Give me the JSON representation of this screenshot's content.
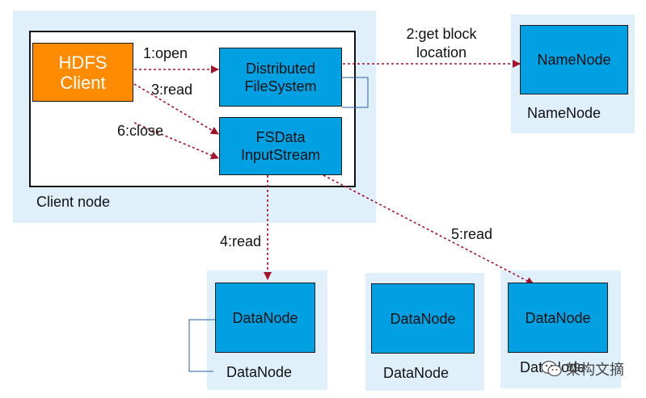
{
  "client_node": {
    "zone_label": "Client node",
    "hdfs_client": "HDFS\nClient",
    "distributed_fs": "Distributed\nFileSystem",
    "fsdata_stream": "FSData\nInputStream"
  },
  "namenode": {
    "box_label": "NameNode",
    "zone_label": "NameNode"
  },
  "datanodes": [
    {
      "box_label": "DataNode",
      "zone_label": "DataNode"
    },
    {
      "box_label": "DataNode",
      "zone_label": "DataNode"
    },
    {
      "box_label": "DataNode",
      "zone_label": "DataNode"
    }
  ],
  "steps": {
    "open": "1:open",
    "get_block_location": "2:get block\nlocation",
    "read_3": "3:read",
    "read_4": "4:read",
    "read_5": "5:read",
    "close": "6:close"
  },
  "watermark": {
    "text": "架构文摘"
  },
  "colors": {
    "zone_fill": "#dff0fb",
    "node_fill": "#00a0e3",
    "client_fill": "#ff8c00",
    "arrow": "#a3122a"
  }
}
